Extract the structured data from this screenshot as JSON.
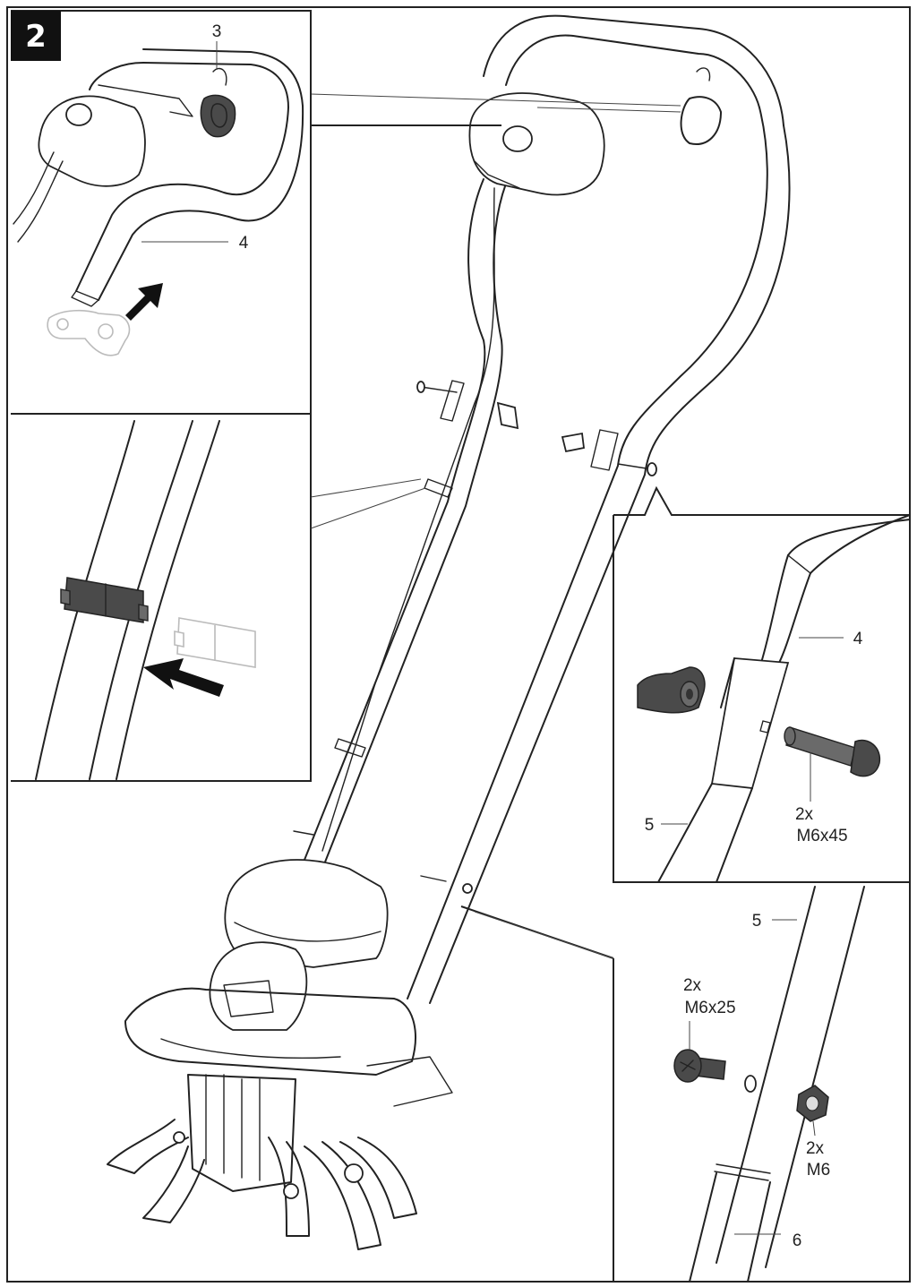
{
  "step": "2",
  "labels": {
    "top_hook": "3",
    "top_handle": "4",
    "right_handle": "4",
    "right_upper_tube": "5",
    "right_bolt_qty": "2x",
    "right_bolt_spec": "M6x45",
    "bottom_upper_tube": "5",
    "bottom_bolt_qty": "2x",
    "bottom_bolt_spec": "M6x25",
    "bottom_nut_qty": "2x",
    "bottom_nut_spec": "M6",
    "bottom_lower_tube": "6"
  },
  "colors": {
    "line": "#222222",
    "part_dark": "#4a4a4a",
    "step_badge": "#111111",
    "ghost": "#bbbbbb"
  }
}
